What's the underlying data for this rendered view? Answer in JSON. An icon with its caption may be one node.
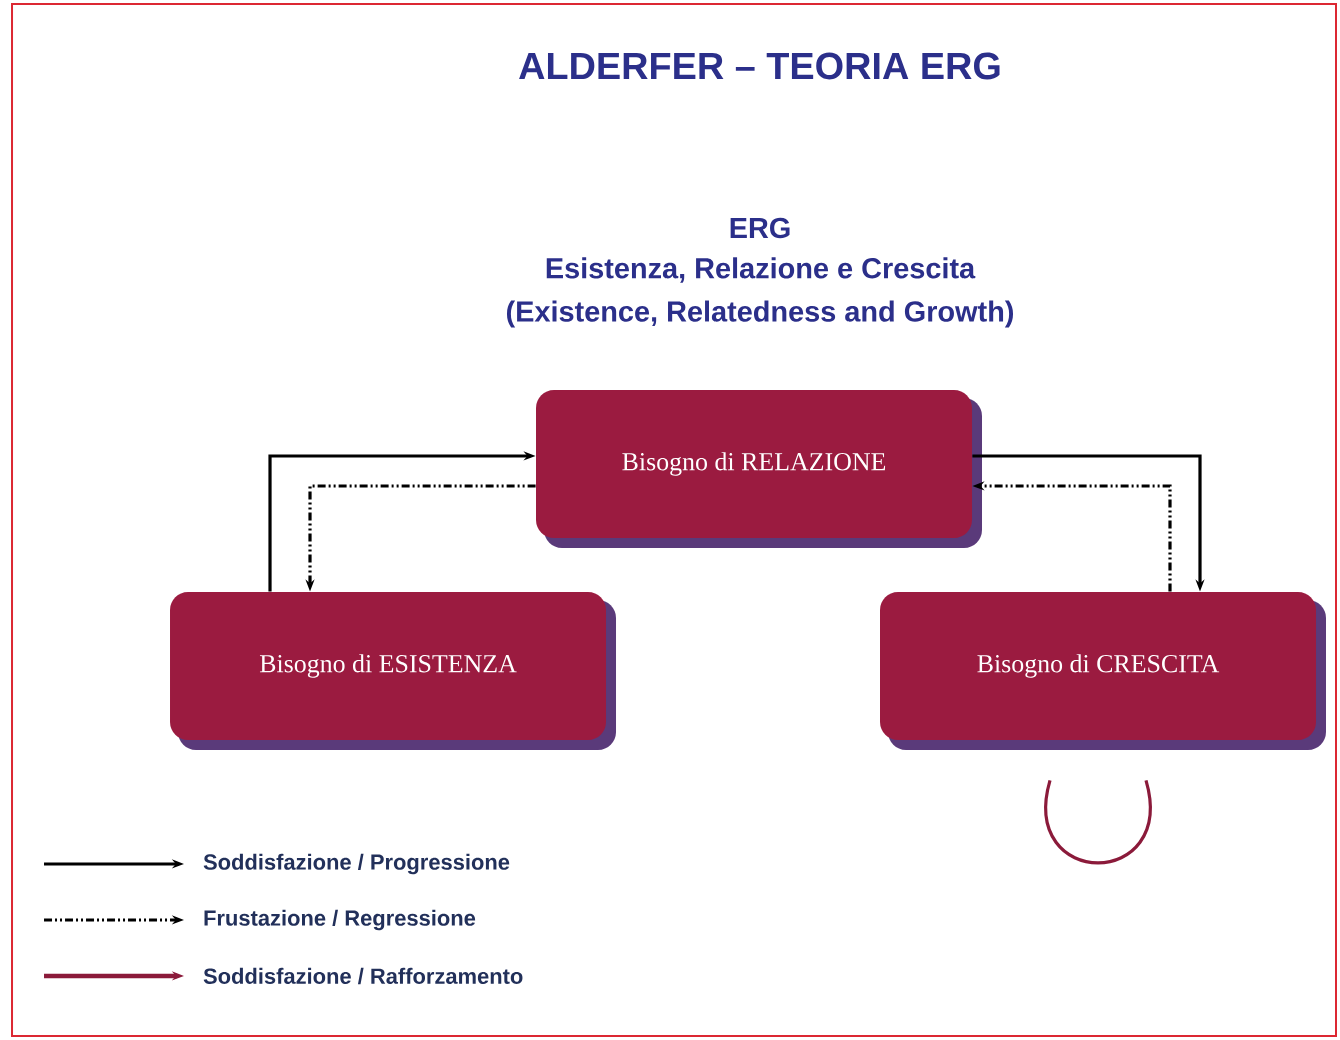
{
  "diagram": {
    "title": "ALDERFER – TEORIA ERG",
    "nodes": [
      {
        "text": [
          "Bisogno di RELAZIONE"
        ]
      },
      {
        "text": [
          "Bisogno di ESISTENZA"
        ]
      },
      {
        "text": [
          "Bisogno di CRESCITA"
        ]
      }
    ],
    "edges": [
      {
        "from": 1,
        "to": 0,
        "arrow": "to"
      },
      {
        "from": 0,
        "to": 1,
        "arrow": "to",
        "style": "dashed"
      },
      {
        "from": 0,
        "to": 2,
        "arrow": "to"
      },
      {
        "from": 2,
        "to": 0,
        "arrow": "to",
        "style": "dashed"
      },
      {
        "from": 2,
        "to": 2,
        "arrow": "none",
        "color": "#8b1a3a"
      }
    ],
    "labels": [
      "ERG",
      "Esistenza, Relazione e Crescita",
      "(Existence, Relatedness and Growth)"
    ],
    "legend": [
      {
        "text": "Soddisfazione / Progressione"
      },
      {
        "text": "Frustazione / Regressione"
      },
      {
        "text": "Soddisfazione / Rafforzamento"
      }
    ]
  }
}
